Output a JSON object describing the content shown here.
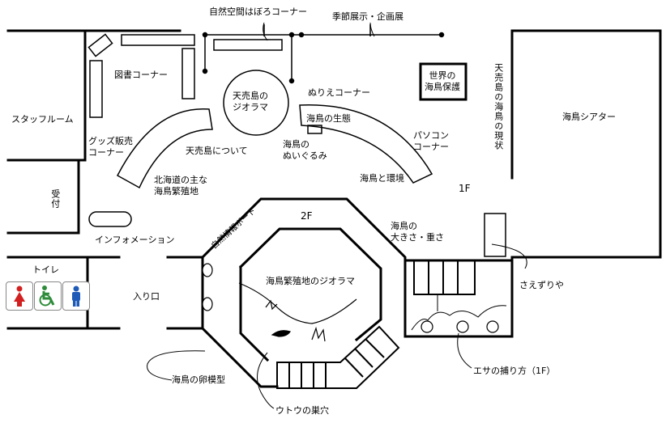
{
  "labels": {
    "shizen_kukan": "自然空間はぼろコーナー",
    "kisetsu": "季節展示・企画展",
    "tosho": "図書コーナー",
    "staff": "スタッフルーム",
    "goods": "グッズ販売\nコーナー",
    "uketsuke": "受付",
    "info": "インフォメーション",
    "toilet": "トイレ",
    "iriguchi": "入り口",
    "teuri_diorama": "天売島の\nジオラマ",
    "nurie": "ぬりえコーナー",
    "sekai": "世界の\n海鳥保護",
    "teuri_genjo": "天売島の海鳥の現状",
    "theater": "海鳥シアター",
    "umidori_seitai": "海鳥の生態",
    "nuigurumi": "海鳥の\nぬいぐるみ",
    "pasokon": "パソコン\nコーナー",
    "kankyo": "海鳥と環境",
    "teuri_ni_tsuite": "天売島について",
    "hokkaido": "北海道の主な\n海鳥繁殖地",
    "shizen_board": "自然情報ボード",
    "floor_1f": "1F",
    "floor_2f": "2F",
    "ookisa": "海鳥の\n大きさ・重さ",
    "saezuri": "さえずりや",
    "hanshoku_diorama": "海鳥繁殖地のジオラマ",
    "ranmokei": "海鳥の卵模型",
    "utou": "ウトウの巣穴",
    "esa": "エサの捕り方（1F）"
  },
  "colors": {
    "toilet_women": "#d22020",
    "toilet_accessible": "#2e8b3a",
    "toilet_men": "#1e5bb8"
  },
  "icons": [
    "women-toilet-icon",
    "accessible-toilet-icon",
    "men-toilet-icon"
  ]
}
